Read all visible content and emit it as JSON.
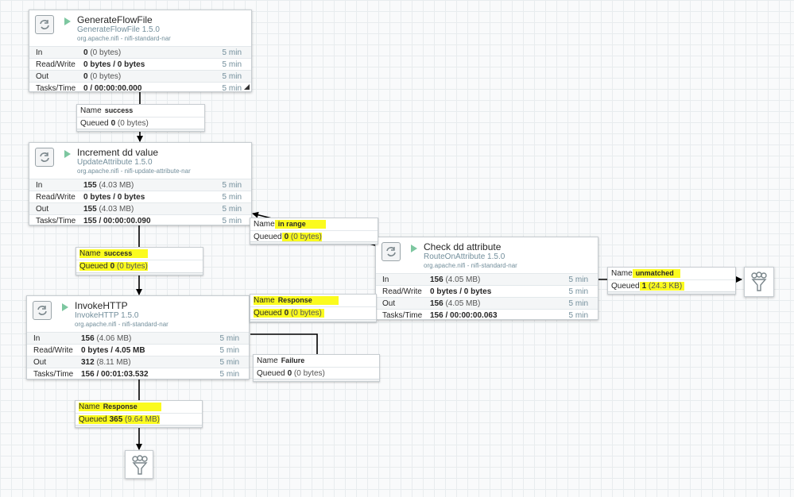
{
  "processors": [
    {
      "id": "generate",
      "name": "GenerateFlowFile",
      "type": "GenerateFlowFile 1.5.0",
      "bundle": "org.apache.nifi - nifi-standard-nar",
      "stats": [
        {
          "label": "In",
          "count": "0",
          "size": " (0 bytes)",
          "time": "5 min"
        },
        {
          "label": "Read/Write",
          "count": "0 bytes / 0 bytes",
          "size": "",
          "time": "5 min"
        },
        {
          "label": "Out",
          "count": "0",
          "size": " (0 bytes)",
          "time": "5 min"
        },
        {
          "label": "Tasks/Time",
          "count": "0 / 00:00:00.000",
          "size": "",
          "time": "5 min"
        }
      ]
    },
    {
      "id": "increment",
      "name": "Increment dd value",
      "type": "UpdateAttribute 1.5.0",
      "bundle": "org.apache.nifi - nifi-update-attribute-nar",
      "stats": [
        {
          "label": "In",
          "count": "155",
          "size": " (4.03 MB)",
          "time": "5 min"
        },
        {
          "label": "Read/Write",
          "count": "0 bytes / 0 bytes",
          "size": "",
          "time": "5 min"
        },
        {
          "label": "Out",
          "count": "155",
          "size": " (4.03 MB)",
          "time": "5 min"
        },
        {
          "label": "Tasks/Time",
          "count": "155 / 00:00:00.090",
          "size": "",
          "time": "5 min"
        }
      ]
    },
    {
      "id": "invoke",
      "name": "InvokeHTTP",
      "type": "InvokeHTTP 1.5.0",
      "bundle": "org.apache.nifi - nifi-standard-nar",
      "stats": [
        {
          "label": "In",
          "count": "156",
          "size": " (4.06 MB)",
          "time": "5 min"
        },
        {
          "label": "Read/Write",
          "count": "0 bytes / 4.05 MB",
          "size": "",
          "time": "5 min"
        },
        {
          "label": "Out",
          "count": "312",
          "size": " (8.11 MB)",
          "time": "5 min"
        },
        {
          "label": "Tasks/Time",
          "count": "156 / 00:01:03.532",
          "size": "",
          "time": "5 min"
        }
      ]
    },
    {
      "id": "check",
      "name": "Check dd attribute",
      "type": "RouteOnAttribute 1.5.0",
      "bundle": "org.apache.nifi - nifi-standard-nar",
      "stats": [
        {
          "label": "In",
          "count": "156",
          "size": " (4.05 MB)",
          "time": "5 min"
        },
        {
          "label": "Read/Write",
          "count": "0 bytes / 0 bytes",
          "size": "",
          "time": "5 min"
        },
        {
          "label": "Out",
          "count": "156",
          "size": " (4.05 MB)",
          "time": "5 min"
        },
        {
          "label": "Tasks/Time",
          "count": "156 / 00:00:00.063",
          "size": "",
          "time": "5 min"
        }
      ]
    }
  ],
  "connections": [
    {
      "id": "c1",
      "name_label": "Name",
      "name": "success",
      "queued_label": "Queued",
      "count": "0",
      "size": " (0 bytes)"
    },
    {
      "id": "c2",
      "name_label": "Name",
      "name": "success",
      "queued_label": "Queued",
      "count": "0",
      "size": " (0 bytes)"
    },
    {
      "id": "c3",
      "name_label": "Name",
      "name": "in range",
      "queued_label": "Queued",
      "count": "0",
      "size": " (0 bytes)"
    },
    {
      "id": "c4",
      "name_label": "Name",
      "name": "Response",
      "queued_label": "Queued",
      "count": "0",
      "size": " (0 bytes)"
    },
    {
      "id": "c5",
      "name_label": "Name",
      "name": "Failure",
      "queued_label": "Queued",
      "count": "0",
      "size": " (0 bytes)"
    },
    {
      "id": "c6",
      "name_label": "Name",
      "name": "Response",
      "queued_label": "Queued",
      "count": "365",
      "size": " (9.64 MB)"
    },
    {
      "id": "c7",
      "name_label": "Name",
      "name": "unmatched",
      "queued_label": "Queued",
      "count": "1",
      "size": " (24.3 KB)"
    }
  ],
  "funnels": [
    {
      "id": "funnel-bottom",
      "icon": "funnel-icon"
    },
    {
      "id": "funnel-right",
      "icon": "funnel-icon"
    }
  ],
  "colors": {
    "highlight": "#fbfb1e",
    "run_green": "#7dc7a0",
    "type_text": "#728e9b",
    "wire": "#000000"
  }
}
